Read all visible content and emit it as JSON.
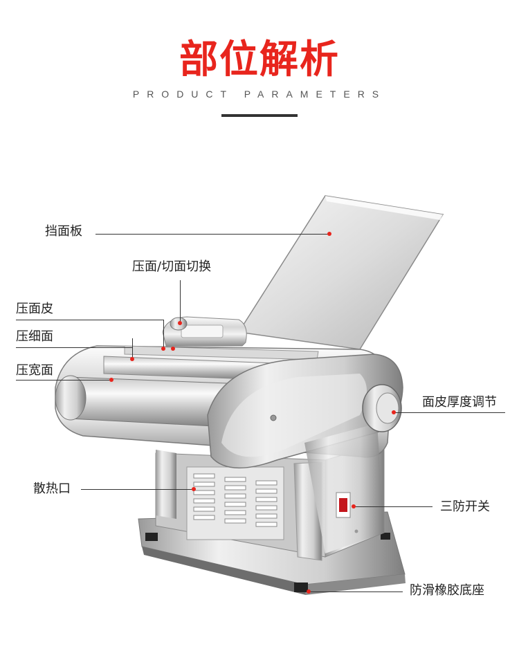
{
  "header": {
    "title": "部位解析",
    "subtitle": "PRODUCT PARAMETERS"
  },
  "callouts": [
    {
      "id": "guard-plate",
      "label": "挡面板"
    },
    {
      "id": "switch",
      "label": "压面/切面切换"
    },
    {
      "id": "press-sheet",
      "label": "压面皮"
    },
    {
      "id": "press-thin",
      "label": "压细面"
    },
    {
      "id": "press-wide",
      "label": "压宽面"
    },
    {
      "id": "thickness",
      "label": "面皮厚度调节"
    },
    {
      "id": "vent",
      "label": "散热口"
    },
    {
      "id": "three-proof-switch",
      "label": "三防开关"
    },
    {
      "id": "rubber-base",
      "label": "防滑橡胶底座"
    }
  ],
  "colors": {
    "accent": "#e8251d",
    "text": "#222222",
    "steel_light": "#f2f2f2",
    "steel_dark": "#8a8a8a"
  }
}
